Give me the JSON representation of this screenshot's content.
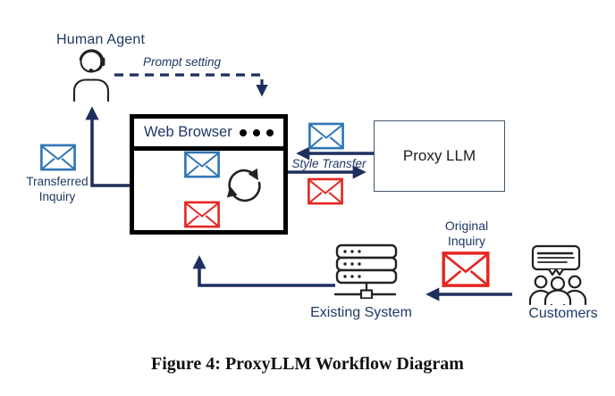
{
  "figure": {
    "caption": "Figure 4: ProxyLLM Workflow Diagram"
  },
  "nodes": {
    "human_agent": {
      "label": "Human Agent",
      "icon": "person-headset-icon"
    },
    "web_browser": {
      "title": "Web Browser",
      "window_icon": "three-dots-icon",
      "contents": [
        "blue-envelope-icon",
        "cycle-refresh-icon",
        "red-envelope-icon"
      ]
    },
    "proxy_llm": {
      "label": "Proxy LLM"
    },
    "existing_system": {
      "label": "Existing System",
      "icon": "server-stack-icon"
    },
    "customers": {
      "label": "Customers",
      "icon": "people-speech-bubble-icon"
    }
  },
  "flows": {
    "prompt_setting": {
      "label": "Prompt setting",
      "from": "human_agent",
      "to": "web_browser",
      "line": "dashed"
    },
    "style_transfer": {
      "label": "Style Transfer",
      "between": [
        "web_browser",
        "proxy_llm"
      ],
      "to_proxy_envelope": "red-envelope-icon",
      "from_proxy_envelope": "blue-envelope-icon"
    },
    "transferred_inquiry": {
      "line1": "Transferred",
      "line2": "Inquiry",
      "envelope": "blue-envelope-icon",
      "from": "web_browser",
      "to": "human_agent"
    },
    "original_inquiry": {
      "line1": "Original",
      "line2": "Inquiry",
      "envelope": "red-envelope-icon",
      "from": "customers",
      "to": "existing_system"
    },
    "system_to_browser": {
      "from": "existing_system",
      "to": "web_browser"
    }
  },
  "colors": {
    "navy_text": "#1f3864",
    "arrow": "#1e2f5e",
    "blue_envelope": "#2e75b6",
    "red_envelope": "#e62520",
    "icon_stroke": "#222222",
    "proxy_border": "#44546a",
    "browser_border": "#000000"
  }
}
